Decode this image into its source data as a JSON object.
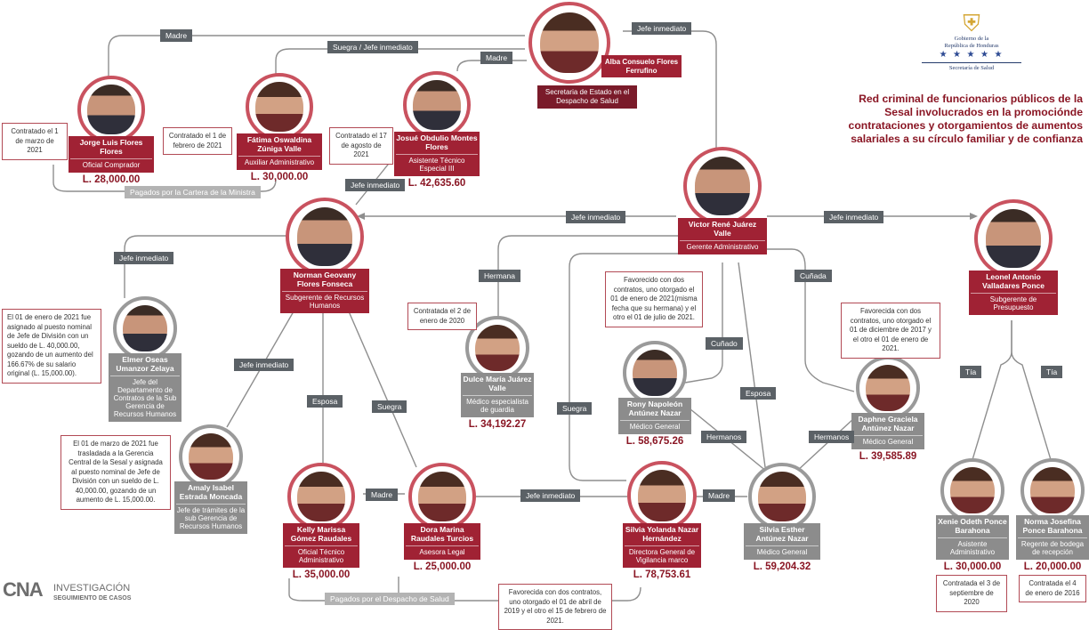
{
  "people": {
    "alba": {
      "name": "Alba Consuelo Flores Ferrufino",
      "role": "Secretaria de Estado en el Despacho de Salud"
    },
    "victor": {
      "name": "Victor René Juárez Valle",
      "role": "Gerente Administrativo"
    },
    "norman": {
      "name": "Norman Geovany Flores Fonseca",
      "role": "Subgerente de Recursos Humanos"
    },
    "leonel": {
      "name": "Leonel Antonio Valladares Ponce",
      "role": "Subgerente de Presupuesto"
    },
    "jorge": {
      "name": "Jorge Luis Flores Flores",
      "role": "Oficial Comprador",
      "salary": "L. 28,000.00"
    },
    "fatima": {
      "name": "Fátima Oswaldina Zúniga Valle",
      "role": "Auxiliar Administrativo",
      "salary": "L. 30,000.00"
    },
    "josue": {
      "name": "Josué Obdulio Montes Flores",
      "role": "Asistente Técnico Especial III",
      "salary": "L. 42,635.60"
    },
    "elmer": {
      "name": "Elmer Oseas Umanzor Zelaya",
      "role": "Jefe del Departamento de Contratos de la Sub Gerencia de Recursos Humanos"
    },
    "amaly": {
      "name": "Amaly Isabel Estrada Moncada",
      "role": "Jefe de trámites de la sub Gerencia de Recursos Humanos"
    },
    "dulce": {
      "name": "Dulce María Juárez Valle",
      "role": "Médico especialista de guardia",
      "salary": "L. 34,192.27"
    },
    "rony": {
      "name": "Rony Napoleón Antúnez Nazar",
      "role": "Médico General",
      "salary": "L. 58,675.26"
    },
    "daphne": {
      "name": "Daphne Graciela Antúnez Nazar",
      "role": "Médico General",
      "salary": "L. 39,585.89"
    },
    "kelly": {
      "name": "Kelly Marissa Gómez Raudales",
      "role": "Oficial Técnico Administrativo",
      "salary": "L. 35,000.00"
    },
    "dora": {
      "name": "Dora Marina Raudales Turcios",
      "role": "Asesora Legal",
      "salary": "L. 25,000.00"
    },
    "silvia_y": {
      "name": "Silvia Yolanda Nazar Hernández",
      "role": "Directora General de Vigilancia marco",
      "salary": "L. 78,753.61"
    },
    "silvia_e": {
      "name": "Silvia Esther Antúnez Nazar",
      "role": "Médico General",
      "salary": "L. 59,204.32"
    },
    "xenie": {
      "name": "Xenie Odeth Ponce Barahona",
      "role": "Asistente Administrativo",
      "salary": "L. 30,000.00"
    },
    "norma": {
      "name": "Norma Josefina Ponce Barahona",
      "role": "Regente de bodega de recepción",
      "salary": "L. 20,000.00"
    }
  },
  "relations": {
    "madre": "Madre",
    "suegra_jefe": "Suegra / Jefe inmediato",
    "jefe": "Jefe inmediato",
    "hermana": "Hermana",
    "cunada": "Cuñada",
    "cunado": "Cuñado",
    "esposa": "Esposa",
    "suegra": "Suegra",
    "hermanos": "Hermanos",
    "tia": "Tía"
  },
  "notes": {
    "jorge": "Contratado el 1 de marzo de 2021",
    "fatima": "Contratado el 1 de febrero de 2021",
    "josue": "Contratado el 17 de agosto de 2021",
    "elmer": "El 01 de enero de 2021 fue asignado al puesto nominal de Jefe de División con un sueldo de L. 40,000.00, gozando de un aumento del 166.67% de su salario original (L. 15,000.00).",
    "amaly": "El 01 de marzo de 2021 fue trasladada a la Gerencia Central de la Sesal y asignada al puesto nominal de Jefe de División con un sueldo de L. 40,000.00, gozando de un aumento de L. 15,000.00.",
    "dulce": "Contratada el 2 de enero de 2020",
    "rony": "Favorecido con dos contratos, uno otorgado el 01 de enero de 2021(misma fecha que su hermana) y el otro el 01 de julio de 2021.",
    "daphne": "Favorecida con dos contratos, uno otorgado el 01 de diciembre de 2017 y el otro el 01 de enero de 2021.",
    "silvia_y": "Favorecida con dos contratos, uno otorgado el 01 de abril de 2019 y el otro el 15 de febrero de 2021.",
    "xenie": "Contratada el 3 de septiembre de 2020",
    "norma": "Contratada el 4 de enero de 2016"
  },
  "paid": {
    "ministra": "Pagados por la Cartera de la Ministra",
    "despacho": "Pagados por el Despacho de Salud"
  },
  "headline": "Red criminal de funcionarios públicos de la Sesal involucrados en la promociónde contrataciones y otorgamientos de aumentos salariales a su círculo familiar y de confianza",
  "logo": {
    "l1": "Gobierno de la",
    "l2": "República de Honduras",
    "l3": "Secretaría de Salud"
  },
  "cna": {
    "mark": "CNA",
    "t1": "INVESTIGACIÓN",
    "t2": "SEGUIMIENTO DE CASOS"
  },
  "colors": {
    "accent": "#a02234",
    "gray": "#8c8c8c",
    "label": "#5b6166",
    "ring": "#c9525f"
  }
}
